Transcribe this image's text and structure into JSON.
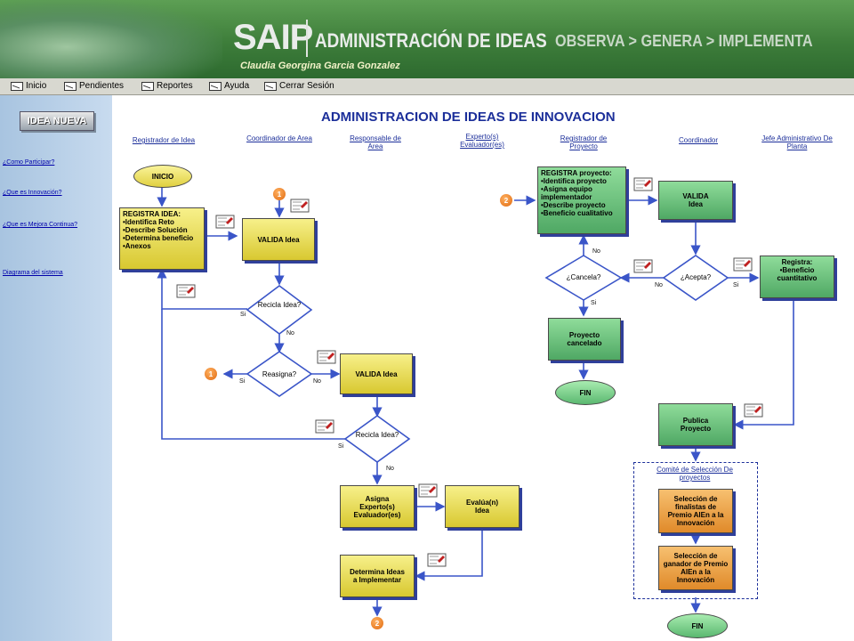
{
  "header": {
    "brand": "SAIP",
    "module": "ADMINISTRACIÓN DE IDEAS",
    "tagline": "OBSERVA > GENERA > IMPLEMENTA",
    "user": "Claudia Georgina Garcia Gonzalez"
  },
  "menu": {
    "inicio": "Inicio",
    "pendientes": "Pendientes",
    "reportes": "Reportes",
    "ayuda": "Ayuda",
    "cerrar": "Cerrar Sesión"
  },
  "sidebar": {
    "idea_button": "IDEA NUEVA",
    "links": [
      "¿Como Participar?",
      "¿Que es Innovación?",
      "¿Que es Mejora Continua?",
      "Diagrama del sistema"
    ]
  },
  "diagram": {
    "title": "ADMINISTRACION DE IDEAS DE INNOVACION",
    "lanes": [
      "Registrador de Idea",
      "Coordinador de Area",
      "Responsable de Area",
      "Experto(s) Evaluador(es)",
      "Registrador de Proyecto",
      "Coordinador",
      "Jefe Administrativo De Planta"
    ],
    "inicio": "INICIO",
    "registra_idea_title": "REGISTRA IDEA:",
    "registra_idea_items": [
      "•Identifica Reto",
      "•Describe Solución",
      "•Determina beneficio",
      "•Anexos"
    ],
    "valida_idea": "VALIDA Idea",
    "valida_idea_2": "VALIDA Idea",
    "recicla_idea": "Recicla Idea?",
    "recicla_idea_2": "Recicla Idea?",
    "reasigna": "Reasigna?",
    "asigna_expertos": "Asigna Experto(s) Evaluador(es)",
    "evalua_idea": "Evalúa(n) Idea",
    "determina_ideas": "Determina Ideas a Implementar",
    "registra_proyecto_title": "REGISTRA proyecto:",
    "registra_proyecto_items": [
      "•Identifica proyecto",
      "•Asigna equipo implementador",
      "•Describe proyecto",
      "•Beneficio cualitativo"
    ],
    "valida_idea_3": "VALIDA Idea",
    "cancela": "¿Cancela?",
    "acepta": "¿Acepta?",
    "registra_beneficio_title": "Registra:",
    "registra_beneficio_item": "•Beneficio cuantitativo",
    "proyecto_cancelado": "Proyecto cancelado",
    "fin": "FIN",
    "fin_2": "FIN",
    "publica_proyecto": "Publica Proyecto",
    "comite": "Comité de Selección De proyectos",
    "seleccion_finalistas": "Selección de finalistas de Premio AlEn a la Innovación",
    "seleccion_ganador": "Selección de ganador de Premio AlEn a la Innovación",
    "si": "Si",
    "no": "No",
    "connector_1": "1",
    "connector_2": "2"
  }
}
